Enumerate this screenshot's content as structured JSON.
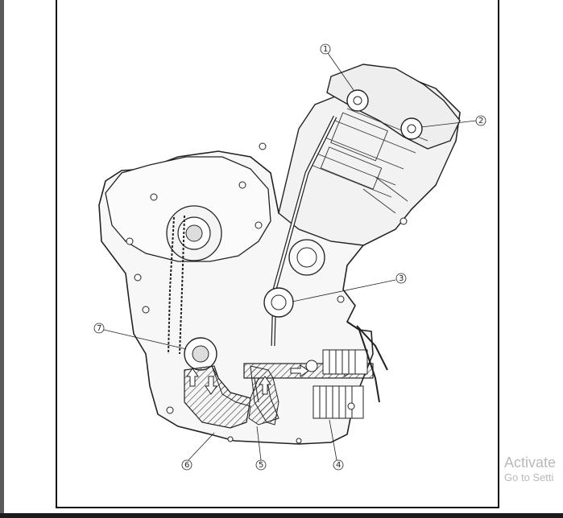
{
  "figure": {
    "callouts": [
      {
        "id": "1",
        "label": "①"
      },
      {
        "id": "2",
        "label": "②"
      },
      {
        "id": "3",
        "label": "③"
      },
      {
        "id": "4",
        "label": "④"
      },
      {
        "id": "5",
        "label": "⑤"
      },
      {
        "id": "6",
        "label": "⑥"
      },
      {
        "id": "7",
        "label": "⑦"
      }
    ]
  },
  "watermark": {
    "line1": "Activate",
    "line2": "Go to Setti"
  }
}
